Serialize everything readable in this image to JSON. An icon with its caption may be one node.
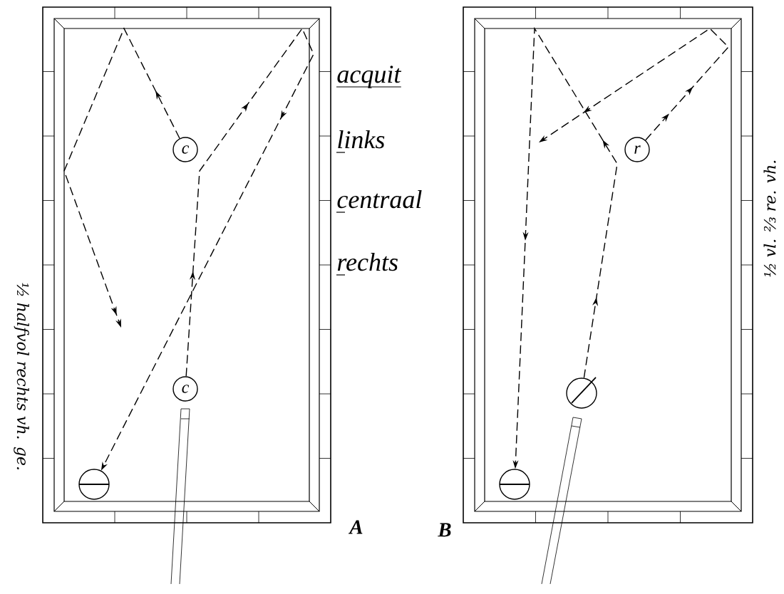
{
  "diagram": {
    "nodes": [
      {
        "text": [],
        "shape": "box",
        "beside": [
          "A"
        ]
      },
      {
        "text": [
          "c"
        ],
        "in": 0
      },
      {
        "text": [
          "c"
        ],
        "in": 0
      },
      {
        "text": [],
        "shape": "circle",
        "in": 0
      },
      {
        "text": [],
        "shape": "box",
        "beside": [
          "B"
        ]
      },
      {
        "text": [
          "r"
        ],
        "in": 4
      },
      {
        "text": [],
        "shape": "circle",
        "in": 4
      },
      {
        "text": [],
        "shape": "circle",
        "in": 4
      }
    ],
    "edges": [
      {
        "from": 2,
        "to": 3,
        "arrow": "to",
        "style": "dashed"
      },
      {
        "from": 1,
        "to": null,
        "arrow": "to",
        "style": "dashed"
      },
      {
        "from": 6,
        "to": 7,
        "arrow": "to",
        "style": "dashed"
      },
      {
        "from": 5,
        "to": null,
        "arrow": "to",
        "style": "dashed"
      }
    ],
    "labels": [
      "acquit",
      "links",
      "centraal",
      "rechts",
      "½ halfvol rechts vh. ge.",
      "½ vl. ⅔ re. vh."
    ]
  }
}
